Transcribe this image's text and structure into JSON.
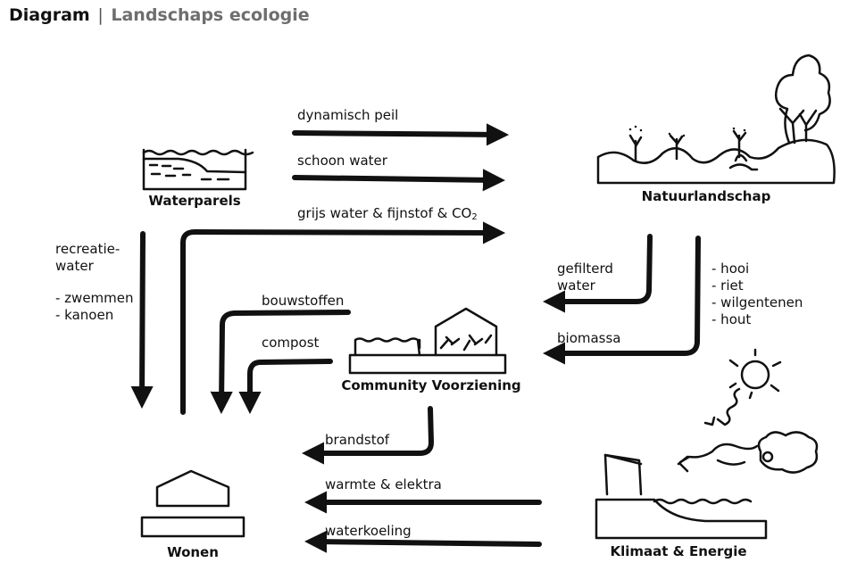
{
  "header": {
    "title": "Diagram",
    "separator": "|",
    "subtitle": "Landschaps ecologie"
  },
  "nodes": {
    "waterparels": "Waterparels",
    "natuurlandschap": "Natuurlandschap",
    "community": "Community Voorziening",
    "wonen": "Wonen",
    "klimaat": "Klimaat & Energie"
  },
  "flows": {
    "dynamisch_peil": "dynamisch peil",
    "schoon_water": "schoon water",
    "grijs_water": "grijs water & fijnstof & CO",
    "grijs_water_sub": "2",
    "recreatie": [
      "recreatie-",
      "water"
    ],
    "recreatie_items": [
      "- zwemmen",
      "- kanoen"
    ],
    "bouwstoffen": "bouwstoffen",
    "compost": "compost",
    "gefilterd_water": [
      "gefilterd",
      "water"
    ],
    "natuur_items": [
      "- hooi",
      "- riet",
      "- wilgentenen",
      "- hout"
    ],
    "biomassa": "biomassa",
    "brandstof": "brandstof",
    "warmte_elektra": "warmte & elektra",
    "waterkoeling": "waterkoeling"
  },
  "colors": {
    "ink": "#111111",
    "subtitle": "#6e6e6e"
  }
}
